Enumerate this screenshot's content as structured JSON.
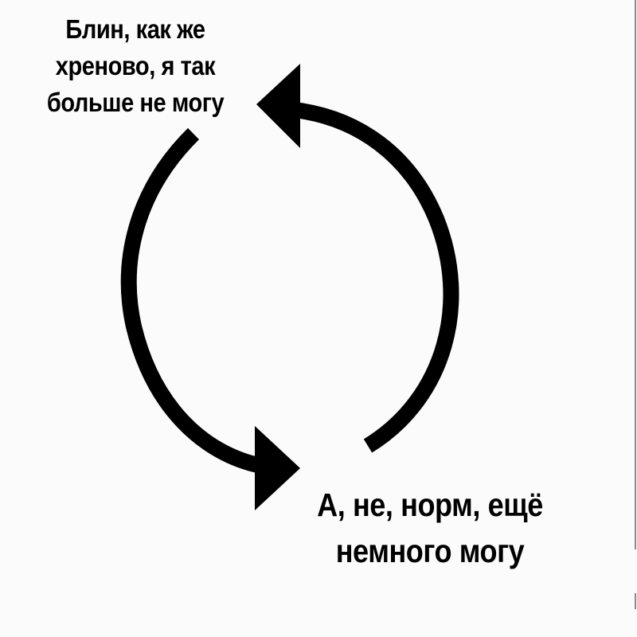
{
  "diagram": {
    "type": "cycle",
    "colors": {
      "background": "#fbfbfb",
      "ink": "#000000",
      "edge": "#8a8a8a"
    },
    "captions": {
      "top_left": {
        "lines": [
          "Блин, как же",
          "хреново, я так",
          "больше не могу"
        ]
      },
      "bottom_right": {
        "lines": [
          "А, не, норм, ещё",
          "немного могу"
        ]
      }
    },
    "arrows": [
      {
        "name": "right-arc-arrow",
        "from": "bottom_right",
        "to": "top_left",
        "direction": "counterclockwise-up"
      },
      {
        "name": "left-arc-arrow",
        "from": "top_left",
        "to": "bottom_right",
        "direction": "counterclockwise-down"
      }
    ]
  }
}
